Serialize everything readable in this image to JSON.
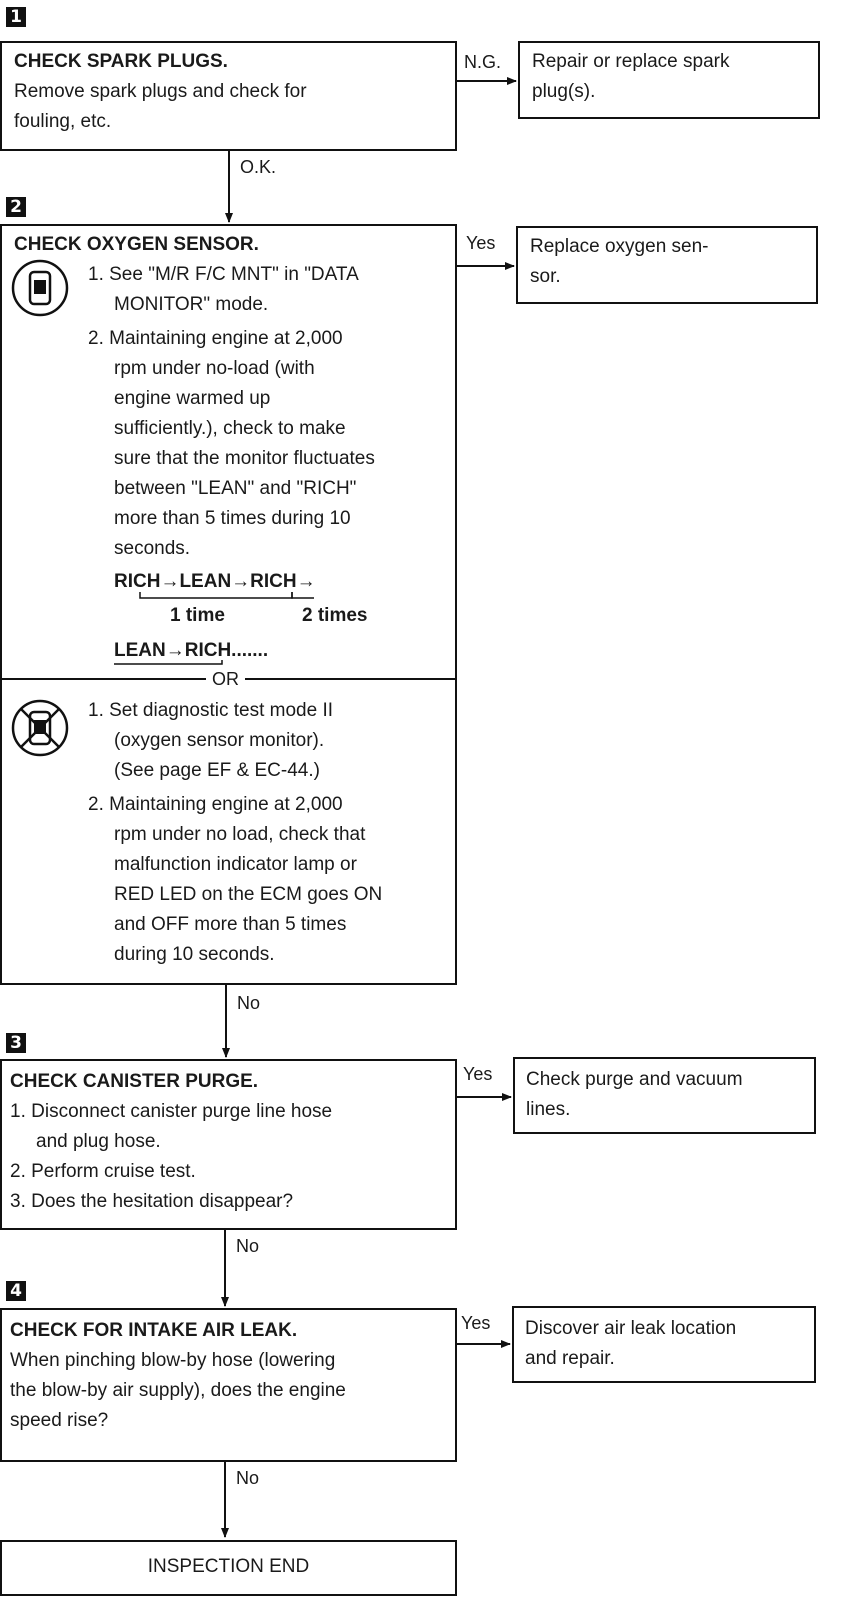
{
  "steps": [
    {
      "number": "1",
      "title": "CHECK SPARK PLUGS.",
      "body": [
        "Remove spark plugs and check for",
        "fouling, etc."
      ],
      "branch_label": "N.G.",
      "action": [
        "Repair or replace spark",
        "plug(s)."
      ],
      "down_label": "O.K."
    },
    {
      "number": "2",
      "title": "CHECK OXYGEN SENSOR.",
      "consult_lines": [
        "1. See \"M/R F/C MNT\" in \"DATA",
        "MONITOR\" mode.",
        "2. Maintaining engine at 2,000",
        "rpm under no-load (with",
        "engine warmed up",
        "sufficiently.), check to make",
        "sure that the monitor fluctuates",
        "between \"LEAN\" and \"RICH\"",
        "more than 5 times during 10",
        "seconds."
      ],
      "sequence_line1": "RICH→LEAN→RICH→",
      "sequence_counts": [
        "1 time",
        "2 times"
      ],
      "sequence_line2": "LEAN→RICH.......",
      "or_label": "OR",
      "no_consult_lines": [
        "1. Set diagnostic test mode II",
        "(oxygen sensor monitor).",
        "(See page EF & EC-44.)",
        "2. Maintaining engine at 2,000",
        "rpm under no load, check that",
        "malfunction indicator lamp or",
        "RED LED on the ECM goes ON",
        "and OFF more than 5 times",
        "during 10 seconds."
      ],
      "branch_label": "Yes",
      "action": [
        "Replace oxygen sen-",
        "sor."
      ],
      "down_label": "No",
      "icons": [
        "consult-tester-icon",
        "no-tester-icon"
      ]
    },
    {
      "number": "3",
      "title": "CHECK CANISTER PURGE.",
      "body": [
        "1. Disconnect canister purge line hose",
        "and plug hose.",
        "2. Perform cruise test.",
        "3. Does the hesitation disappear?"
      ],
      "branch_label": "Yes",
      "action": [
        "Check purge and vacuum",
        "lines."
      ],
      "down_label": "No"
    },
    {
      "number": "4",
      "title": "CHECK FOR INTAKE AIR LEAK.",
      "body": [
        "When pinching blow-by hose (lowering",
        "the blow-by air supply), does the engine",
        "speed rise?"
      ],
      "branch_label": "Yes",
      "action": [
        "Discover air leak location",
        "and repair."
      ],
      "down_label": "No"
    }
  ],
  "end_label": "INSPECTION END"
}
